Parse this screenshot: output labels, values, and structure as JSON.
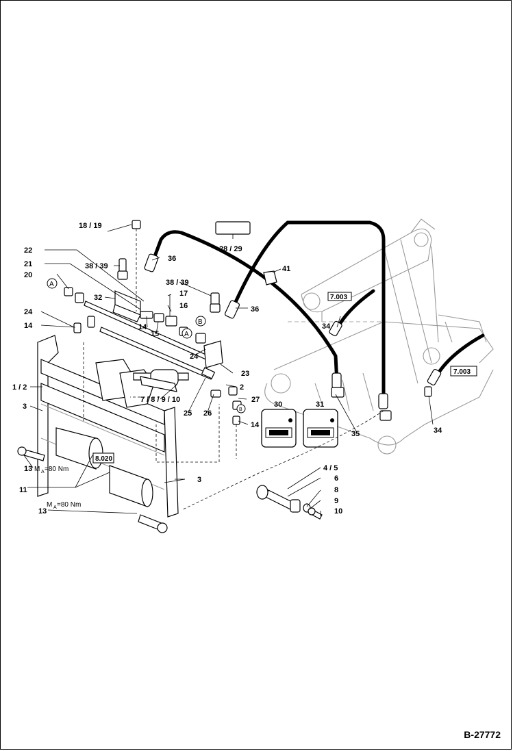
{
  "document": {
    "number": "B-27772"
  },
  "callouts": {
    "c1_2": "1 / 2",
    "c2": "2",
    "c3": "3",
    "c3b": "3",
    "c4_5": "4 / 5",
    "c6": "6",
    "c7_10": "7 / 8 / 9 / 10",
    "c8": "8",
    "c9": "9",
    "c10": "10",
    "c11": "11",
    "c13a": "13",
    "c13b": "13",
    "c14a": "14",
    "c14b": "14",
    "c14c": "14",
    "c15": "15",
    "c16": "16",
    "c17": "17",
    "c18_19": "18 / 19",
    "c20": "20",
    "c21": "21",
    "c22": "22",
    "c23": "23",
    "c24a": "24",
    "c24b": "24",
    "c25": "25",
    "c26": "26",
    "c27": "27",
    "c28_29": "28 / 29",
    "c30": "30",
    "c31": "31",
    "c32": "32",
    "c34a": "34",
    "c34b": "34",
    "c35": "35",
    "c36a": "36",
    "c36b": "36",
    "c38_39a": "38 / 39",
    "c38_39b": "38 / 39",
    "c41": "41"
  },
  "torque": {
    "t1_label": "M",
    "t1_sub": "A",
    "t1_value": "=80  Nm",
    "t2_label": "M",
    "t2_sub": "A",
    "t2_value": "=80  Nm"
  },
  "markers": {
    "a1": "A",
    "a2": "A",
    "b1": "B",
    "b2": "B"
  },
  "refs": {
    "r8020": "8.020",
    "r7003": "7.003",
    "r7003b": "7.003"
  }
}
